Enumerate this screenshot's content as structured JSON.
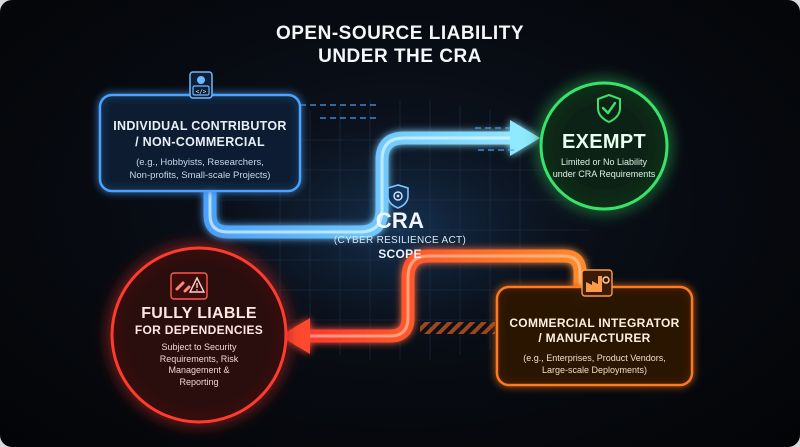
{
  "title_line1": "OPEN-SOURCE LIABILITY",
  "title_line2": "UNDER THE CRA",
  "colors": {
    "blue": "#4aa3ff",
    "green": "#39e36a",
    "red": "#ff3a2e",
    "orange": "#ff7a1e",
    "cyan": "#6fd8ff"
  },
  "nodes": {
    "contributor": {
      "icon": "developer-icon",
      "title_line1": "INDIVIDUAL CONTRIBUTOR",
      "title_line2": "/ NON-COMMERCIAL",
      "desc_line1": "(e.g., Hobbyists, Researchers,",
      "desc_line2": "Non-profits, Small-scale Projects)"
    },
    "exempt": {
      "icon": "shield-check-icon",
      "title": "EXEMPT",
      "desc_line1": "Limited or No Liability",
      "desc_line2": "under CRA Requirements"
    },
    "cra": {
      "icon": "shield-gear-icon",
      "title": "CRA",
      "subtitle": "(CYBER RESILIENCE ACT)",
      "scope": "SCOPE"
    },
    "liable": {
      "icon": "broken-link-warning-icon",
      "title_line1": "FULLY LIABLE",
      "title_line2": "FOR DEPENDENCIES",
      "desc_line1": "Subject to Security",
      "desc_line2": "Requirements, Risk",
      "desc_line3": "Management &",
      "desc_line4": "Reporting"
    },
    "commercial": {
      "icon": "factory-gear-icon",
      "title_line1": "COMMERCIAL INTEGRATOR",
      "title_line2": "/ MANUFACTURER",
      "desc_line1": "(e.g., Enterprises, Product Vendors,",
      "desc_line2": "Large-scale Deployments)"
    }
  }
}
